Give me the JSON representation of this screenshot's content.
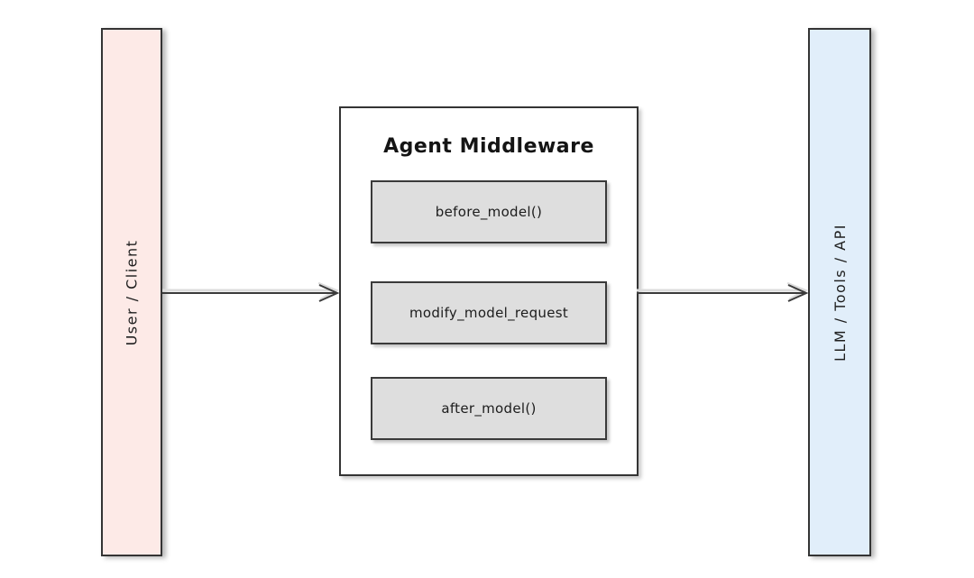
{
  "diagram": {
    "left_bar": {
      "label": "User / Client",
      "fill_color": "#fdeae7"
    },
    "middleware": {
      "title": "Agent Middleware",
      "fill_color": "#ffffff",
      "hooks": [
        {
          "label": "before_model()"
        },
        {
          "label": "modify_model_request"
        },
        {
          "label": "after_model()"
        }
      ],
      "hook_fill_color": "#dedede"
    },
    "right_bar": {
      "label": "LLM / Tools / API",
      "fill_color": "#e1eefa"
    },
    "stroke_color": "#343434",
    "arrow_color": "#3b3b3b",
    "flow": [
      "User / Client -> Agent Middleware",
      "Agent Middleware -> LLM / Tools / API"
    ]
  }
}
